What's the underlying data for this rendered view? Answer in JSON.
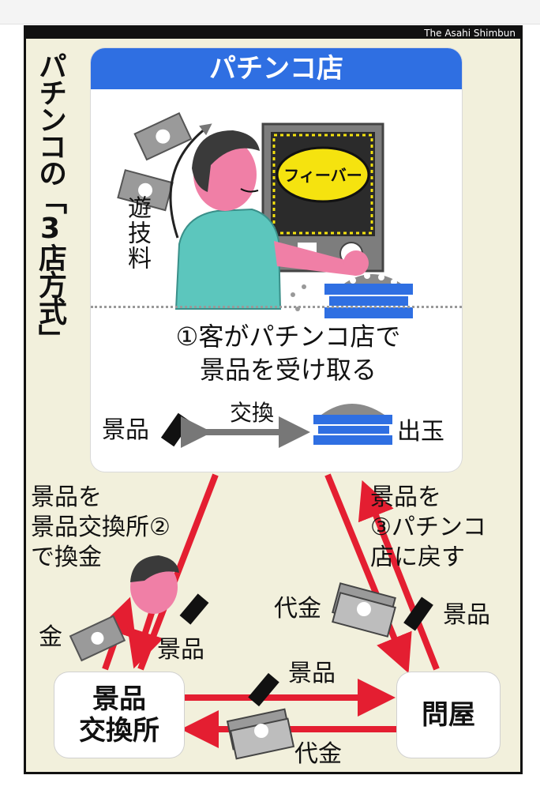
{
  "figure": {
    "credit": "The Asahi Shimbun",
    "side_title": "パチンコの「3店方式」",
    "shop_title": "パチンコ店",
    "machine_label": "フィーバー",
    "fee_label": "遊技料",
    "step1_line1": "①客がパチンコ店で",
    "step1_line2": "景品を受け取る",
    "exchange_prize": "景品",
    "exchange_label": "交換",
    "exchange_balls": "出玉",
    "step2_lines": [
      "景品を",
      "景品交換所②",
      "で換金"
    ],
    "step3_lines": [
      "景品を",
      "③パチンコ",
      "店に戻す"
    ],
    "label_money_left": "金",
    "label_prize_left": "景品",
    "label_payment_right": "代金",
    "label_prize_right": "景品",
    "label_prize_bottom": "景品",
    "label_payment_bottom": "代金",
    "box_exchange": [
      "景品",
      "交換所"
    ],
    "box_wholesaler": "問屋",
    "colors": {
      "arrow_red": "#e41e31",
      "header_blue": "#2f6fe2",
      "skin_pink": "#f07fa6",
      "shirt_teal": "#5cc6bd",
      "tray_blue": "#2f6fe2",
      "machine_yellow": "#f5e30f",
      "background": "#f2f0dc"
    }
  }
}
